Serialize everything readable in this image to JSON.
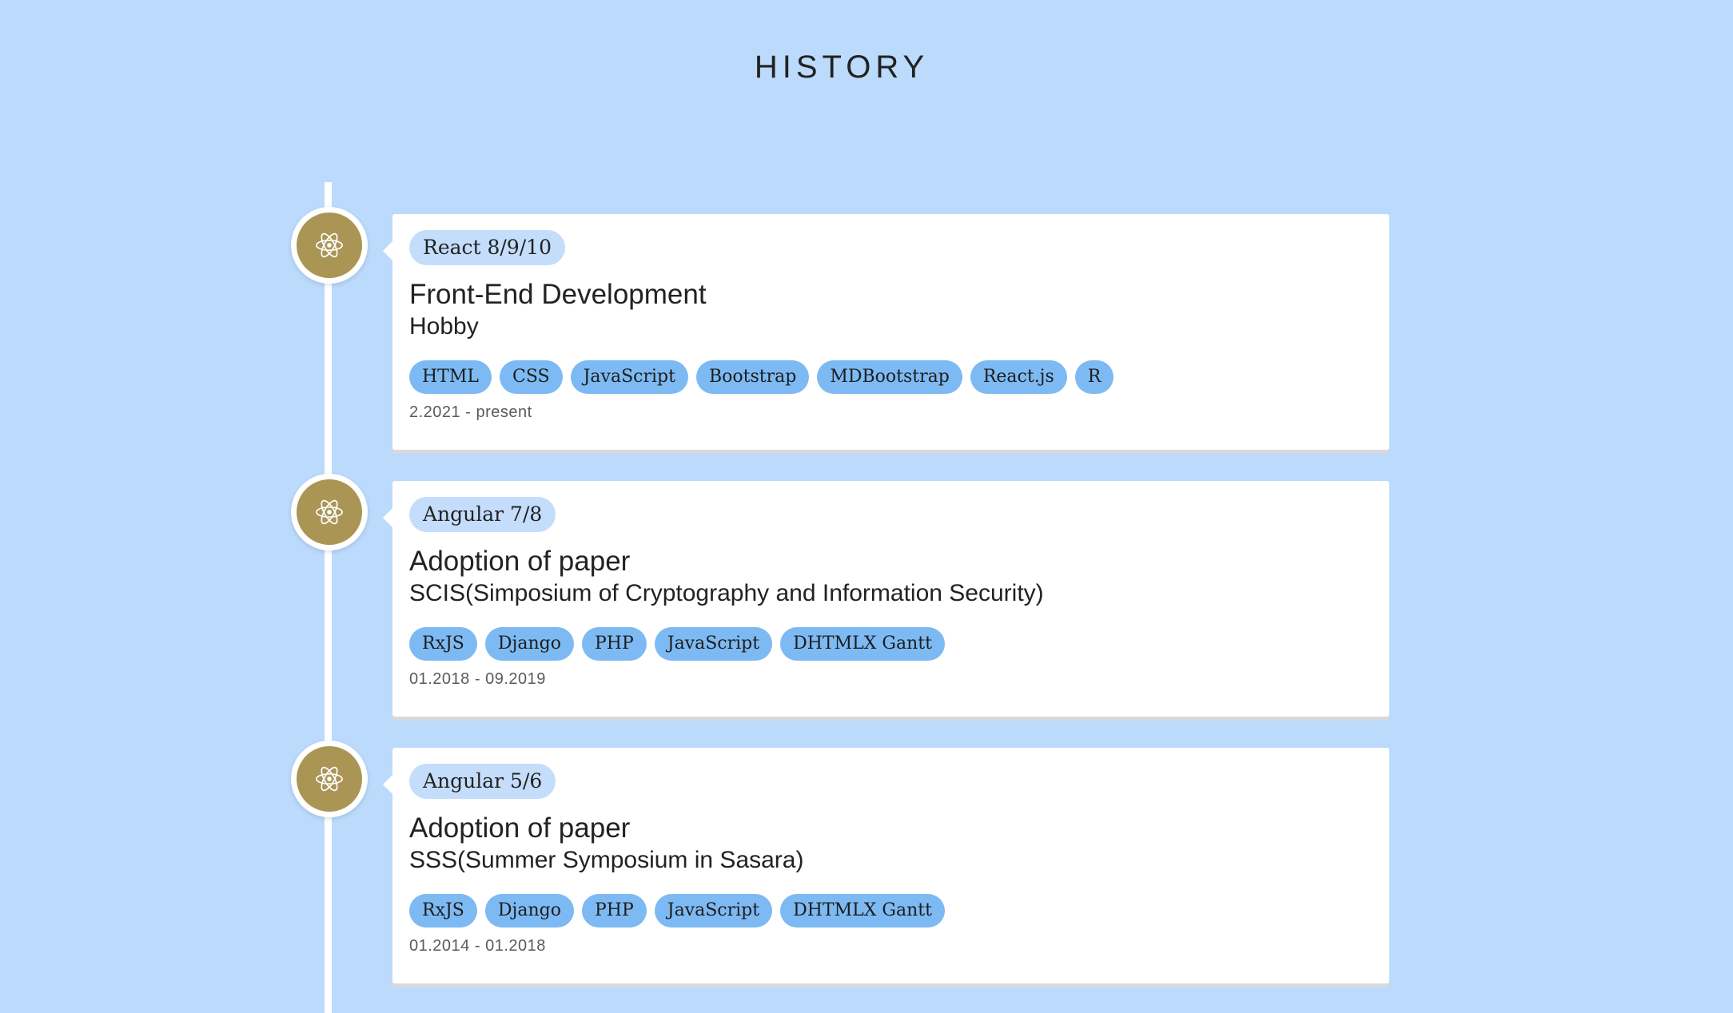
{
  "page": {
    "title": "HISTORY"
  },
  "colors": {
    "background": "#bbdafc",
    "node": "#aa9555",
    "badge": "#c4ddfb",
    "tag": "#7dbaf3"
  },
  "entries": [
    {
      "icon": "react-atom-icon",
      "version": "React 8/9/10",
      "title": "Front-End Development",
      "subtitle": "Hobby",
      "tags": [
        "HTML",
        "CSS",
        "JavaScript",
        "Bootstrap",
        "MDBootstrap",
        "React.js",
        "R"
      ],
      "period": "2.2021 - present"
    },
    {
      "icon": "react-atom-icon",
      "version": "Angular 7/8",
      "title": "Adoption of paper",
      "subtitle": "SCIS(Simposium of Cryptography and Information Security)",
      "tags": [
        "RxJS",
        "Django",
        "PHP",
        "JavaScript",
        "DHTMLX Gantt"
      ],
      "period": "01.2018 - 09.2019"
    },
    {
      "icon": "react-atom-icon",
      "version": "Angular 5/6",
      "title": "Adoption of paper",
      "subtitle": "SSS(Summer Symposium in Sasara)",
      "tags": [
        "RxJS",
        "Django",
        "PHP",
        "JavaScript",
        "DHTMLX Gantt"
      ],
      "period": "01.2014 - 01.2018"
    }
  ]
}
